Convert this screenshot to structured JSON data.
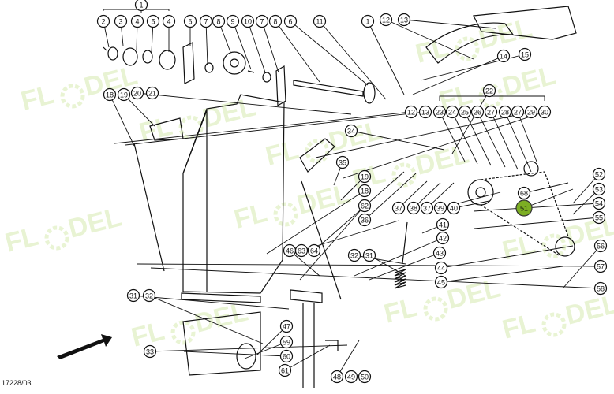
{
  "diagram": {
    "reference_code": "17228/03",
    "watermark_text": "FL DEL",
    "highlight_color": "#7cae23",
    "highlighted_part": "51",
    "callout_numbers": [
      "1",
      "2",
      "3",
      "4",
      "5",
      "4",
      "6",
      "7",
      "8",
      "9",
      "10",
      "7",
      "8",
      "6",
      "11",
      "1",
      "12",
      "13",
      "14",
      "15",
      "12",
      "13",
      "18",
      "19",
      "20",
      "21",
      "34",
      "22",
      "23",
      "24",
      "25",
      "26",
      "27",
      "28",
      "27",
      "29",
      "30",
      "35",
      "19",
      "18",
      "62",
      "46",
      "63",
      "64",
      "36",
      "37",
      "38",
      "37",
      "39",
      "40",
      "68",
      "51",
      "52",
      "53",
      "54",
      "55",
      "41",
      "42",
      "43",
      "32",
      "31",
      "44",
      "45",
      "56",
      "57",
      "58",
      "31",
      "32",
      "47",
      "59",
      "60",
      "61",
      "33",
      "48",
      "49",
      "50"
    ]
  }
}
